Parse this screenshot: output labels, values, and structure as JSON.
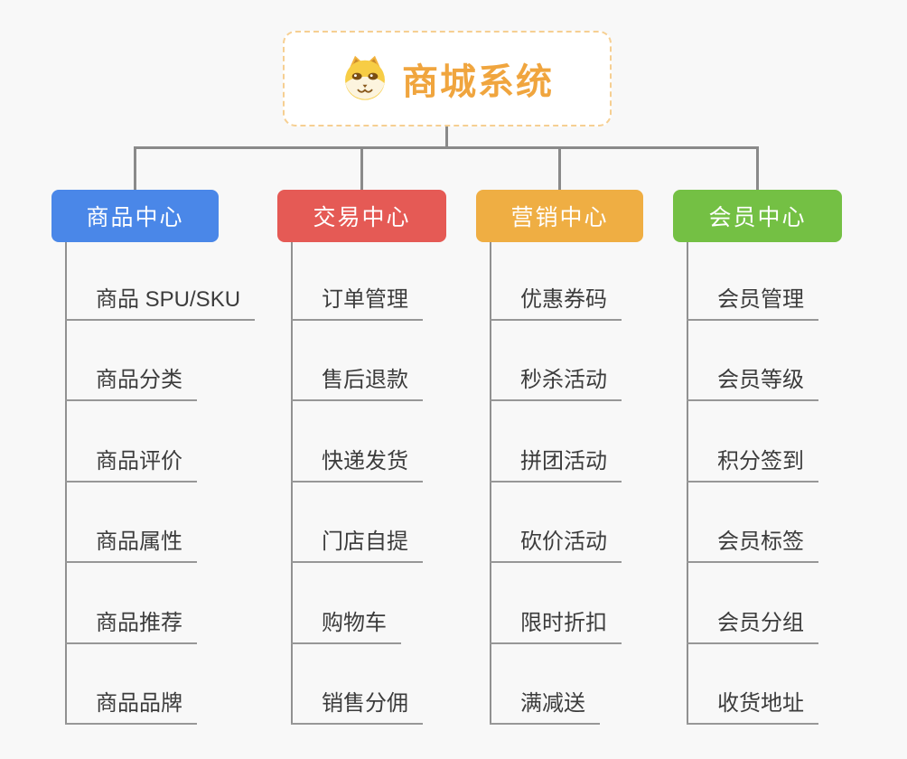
{
  "canvas": {
    "background": "#f8f8f8",
    "line_color": "#8a8a8a",
    "underline_color": "#979797"
  },
  "root": {
    "title": "商城系统",
    "icon": "dog-face-icon",
    "title_color": "#f0a53e",
    "border_color": "#f6cf92",
    "background": "#ffffff"
  },
  "branches": [
    {
      "label": "商品中心",
      "color": "#4a87e8",
      "items": [
        "商品 SPU/SKU",
        "商品分类",
        "商品评价",
        "商品属性",
        "商品推荐",
        "商品品牌"
      ]
    },
    {
      "label": "交易中心",
      "color": "#e55a55",
      "items": [
        "订单管理",
        "售后退款",
        "快递发货",
        "门店自提",
        "购物车",
        "销售分佣"
      ]
    },
    {
      "label": "营销中心",
      "color": "#efae43",
      "items": [
        "优惠券码",
        "秒杀活动",
        "拼团活动",
        "砍价活动",
        "限时折扣",
        "满减送"
      ]
    },
    {
      "label": "会员中心",
      "color": "#74c044",
      "items": [
        "会员管理",
        "会员等级",
        "积分签到",
        "会员标签",
        "会员分组",
        "收货地址"
      ]
    }
  ]
}
